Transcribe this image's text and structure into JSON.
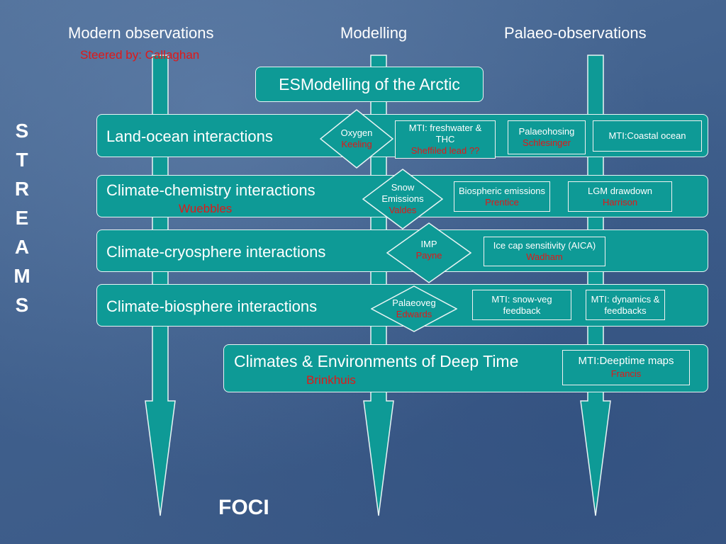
{
  "columns": {
    "modern": "Modern observations",
    "modelling": "Modelling",
    "palaeo": "Palaeo-observations"
  },
  "steered_by": "Steered by: Callaghan",
  "esm_title": "ESModelling of the Arctic",
  "streams_letters": [
    "S",
    "T",
    "R",
    "E",
    "A",
    "M",
    "S"
  ],
  "bands": [
    {
      "title": "Land-ocean  interactions",
      "lead": "",
      "diamond": {
        "label_1": "Oxygen",
        "label_2": "",
        "lead": "Keeling"
      },
      "boxes": [
        {
          "label": "MTI: freshwater & THC",
          "lead": "Sheffiled lead ??"
        },
        {
          "label": "Palaeohosing",
          "lead": "Schlesinger"
        },
        {
          "label": "MTI:Coastal ocean",
          "lead": ""
        }
      ]
    },
    {
      "title": "Climate-chemistry interactions",
      "lead": "Wuebbles",
      "diamond": {
        "label_1": "Snow",
        "label_2": "Emissions",
        "lead": "Valdes"
      },
      "boxes": [
        {
          "label": "Biospheric emissions",
          "lead": "Prentice"
        },
        {
          "label": "LGM drawdown",
          "lead": "Harrison"
        }
      ]
    },
    {
      "title": "Climate-cryosphere interactions",
      "lead": "",
      "diamond": {
        "label_1": "IMP",
        "label_2": "",
        "lead": "Payne"
      },
      "boxes": [
        {
          "label": "Ice cap sensitivity (AICA)",
          "lead": "Wadham"
        }
      ]
    },
    {
      "title": "Climate-biosphere  interactions",
      "lead": "",
      "diamond": {
        "label_1": "Palaeoveg",
        "label_2": "",
        "lead": "Edwards"
      },
      "boxes": [
        {
          "label": "MTI: snow-veg feedback",
          "lead": ""
        },
        {
          "label": "MTI: dynamics & feedbacks",
          "lead": ""
        }
      ]
    },
    {
      "title": "Climates & Environments of Deep Time",
      "lead": "Brinkhuis",
      "boxes": [
        {
          "label": "MTI:Deeptime maps",
          "lead": "Francis"
        }
      ]
    }
  ],
  "foci": "FOCI",
  "colors": {
    "background": "#46679a",
    "teal": "#0e9a96",
    "lead_red": "#e01818",
    "text": "#ffffff"
  }
}
